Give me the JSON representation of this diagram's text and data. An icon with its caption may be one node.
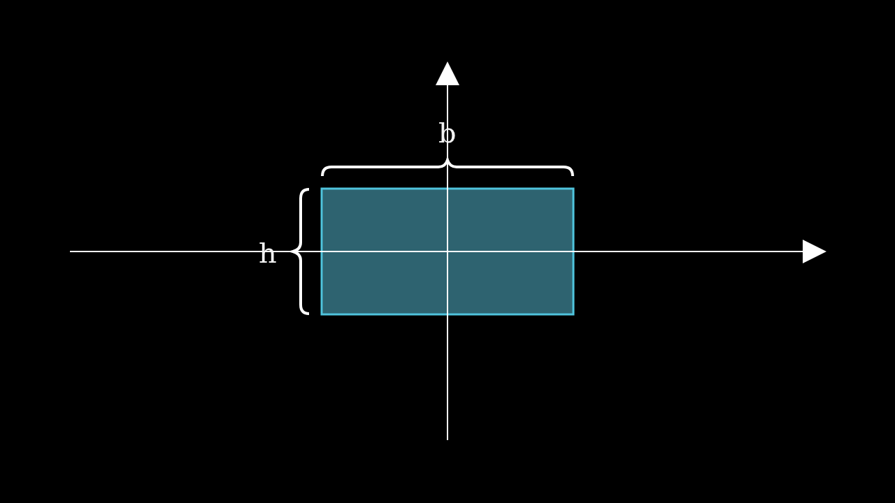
{
  "diagram": {
    "nodes": [
      {
        "text": [],
        "shape": "box"
      }
    ],
    "labels": [
      "b",
      "h"
    ]
  }
}
